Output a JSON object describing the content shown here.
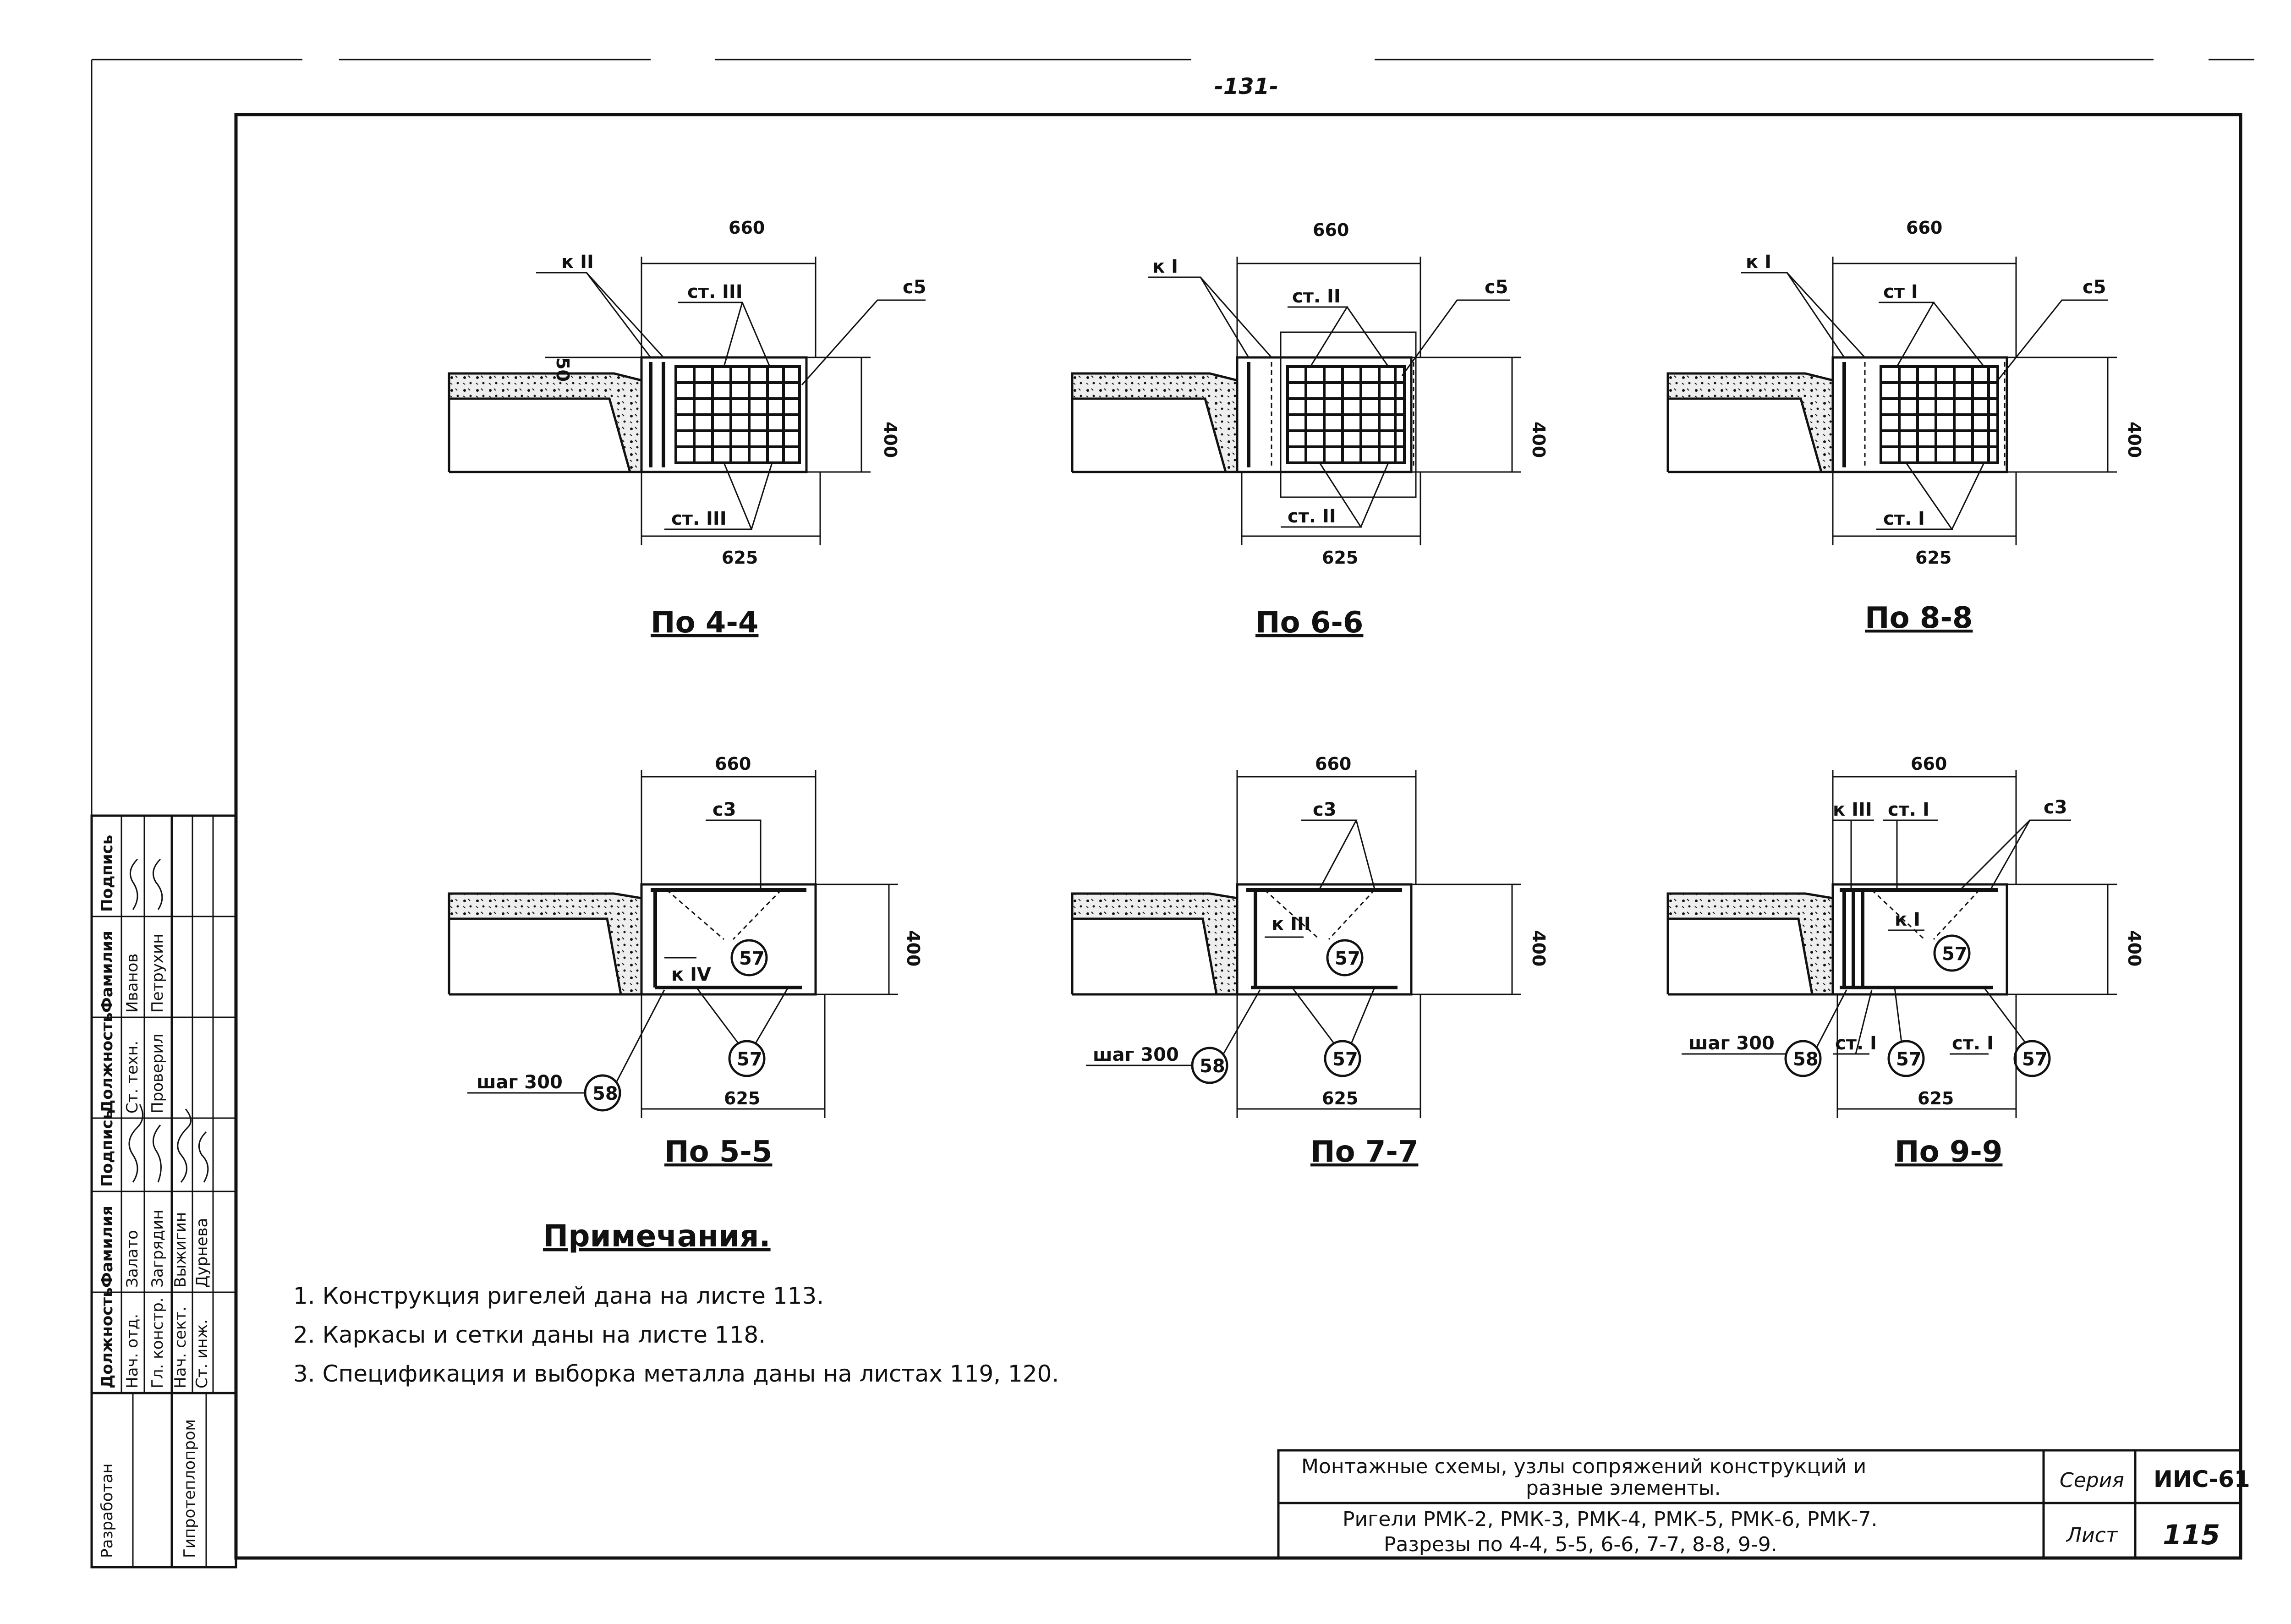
{
  "page_number": "-131-",
  "sections": [
    {
      "caption": "По 4-4",
      "top_dim": "660",
      "bottom_dim": "625",
      "height_dim": "400",
      "offset_dim": "50",
      "frame_label": "к II",
      "top_label": "ст. III",
      "bottom_label": "ст. III",
      "mesh_label": "с5"
    },
    {
      "caption": "По 6-6",
      "top_dim": "660",
      "bottom_dim": "625",
      "height_dim": "400",
      "frame_label": "к I",
      "top_label": "ст. II",
      "bottom_label": "ст. II",
      "mesh_label": "с5"
    },
    {
      "caption": "По 8-8",
      "top_dim": "660",
      "bottom_dim": "625",
      "height_dim": "400",
      "frame_label": "к I",
      "top_label": "ст I",
      "bottom_label": "ст. I",
      "mesh_label": "с5"
    },
    {
      "caption": "По 5-5",
      "top_dim": "660",
      "bottom_dim": "625",
      "height_dim": "400",
      "mesh_label": "с3",
      "inner_label": "к IV",
      "marker_top": "57",
      "marker_bottom": "57",
      "marker_left": "58",
      "step_label": "шаг 300"
    },
    {
      "caption": "По 7-7",
      "top_dim": "660",
      "bottom_dim": "625",
      "height_dim": "400",
      "mesh_label": "с3",
      "inner_label": "к III",
      "marker_top": "57",
      "marker_bottom": "57",
      "marker_left": "58",
      "step_label": "шаг 300"
    },
    {
      "caption": "По 9-9",
      "top_dim": "660",
      "bottom_dim": "625",
      "height_dim": "400",
      "mesh_label": "с3",
      "frame_label": "к III",
      "top_label": "ст. I",
      "inner_label": "к I",
      "marker_top": "57",
      "marker_bottom": "57",
      "marker_left": "58",
      "marker_right": "57",
      "step_label": "шаг 300",
      "bottom_left_label": "ст. I",
      "bottom_right_label": "ст. I"
    }
  ],
  "notes": {
    "title": "Примечания.",
    "items": [
      "1. Конструкция ригелей дана на листе 113.",
      "2. Каркасы и сетки даны на листе 118.",
      "3. Спецификация и выборка металла даны на листах 119, 120."
    ]
  },
  "title_block": {
    "line1": "Монтажные схемы, узлы сопряжений конструкций и",
    "line2": "разные элементы.",
    "line3": "Ригели РМК-2, РМК-3, РМК-4, РМК-5, РМК-6, РМК-7.",
    "line4": "Разрезы по 4-4, 5-5, 6-6, 7-7, 8-8, 9-9.",
    "series_label": "Серия",
    "series_value": "ИИС-61",
    "sheet_label": "Лист",
    "sheet_value": "115"
  },
  "stamp": {
    "developed": "Разработан",
    "org": "Гипротеплопром",
    "headers": [
      "Должность",
      "Фамилия",
      "Подпись"
    ],
    "rows_lower": [
      {
        "role": "Нач. отд.",
        "name": "Залато"
      },
      {
        "role": "Гл. констр.",
        "name": "Загрядин"
      },
      {
        "role": "Нач. сект.",
        "name": "Выжигин"
      },
      {
        "role": "Ст. инж.",
        "name": "Дурнева"
      }
    ],
    "rows_upper": [
      {
        "role": "Ст. техн.",
        "name": "Иванов"
      },
      {
        "role": "Проверил",
        "name": "Петрухин"
      }
    ]
  }
}
